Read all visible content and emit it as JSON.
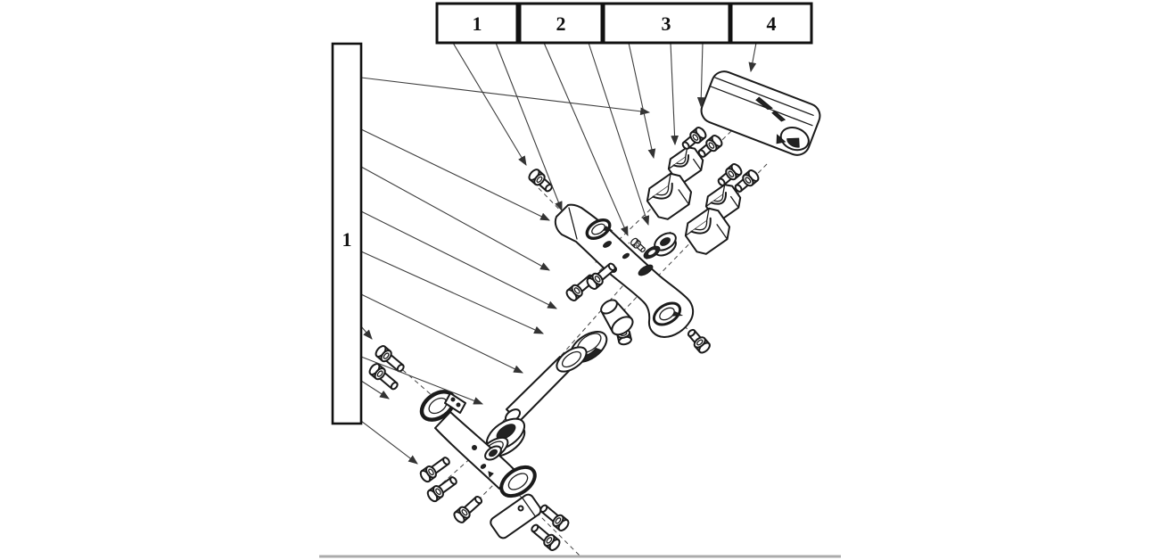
{
  "diagram": {
    "kind": "exploded-parts-diagram",
    "description_visible_text_only": true,
    "side_callout": {
      "label": "1"
    },
    "callout_boxes": [
      {
        "label": "1"
      },
      {
        "label": "2"
      },
      {
        "label": "3"
      },
      {
        "label": "4"
      }
    ],
    "colors": {
      "outline": "#1a1a1a",
      "leader": "#3d3d3d",
      "dash": "#444444",
      "baseline": "#ababab",
      "fill": "#ffffff"
    }
  }
}
